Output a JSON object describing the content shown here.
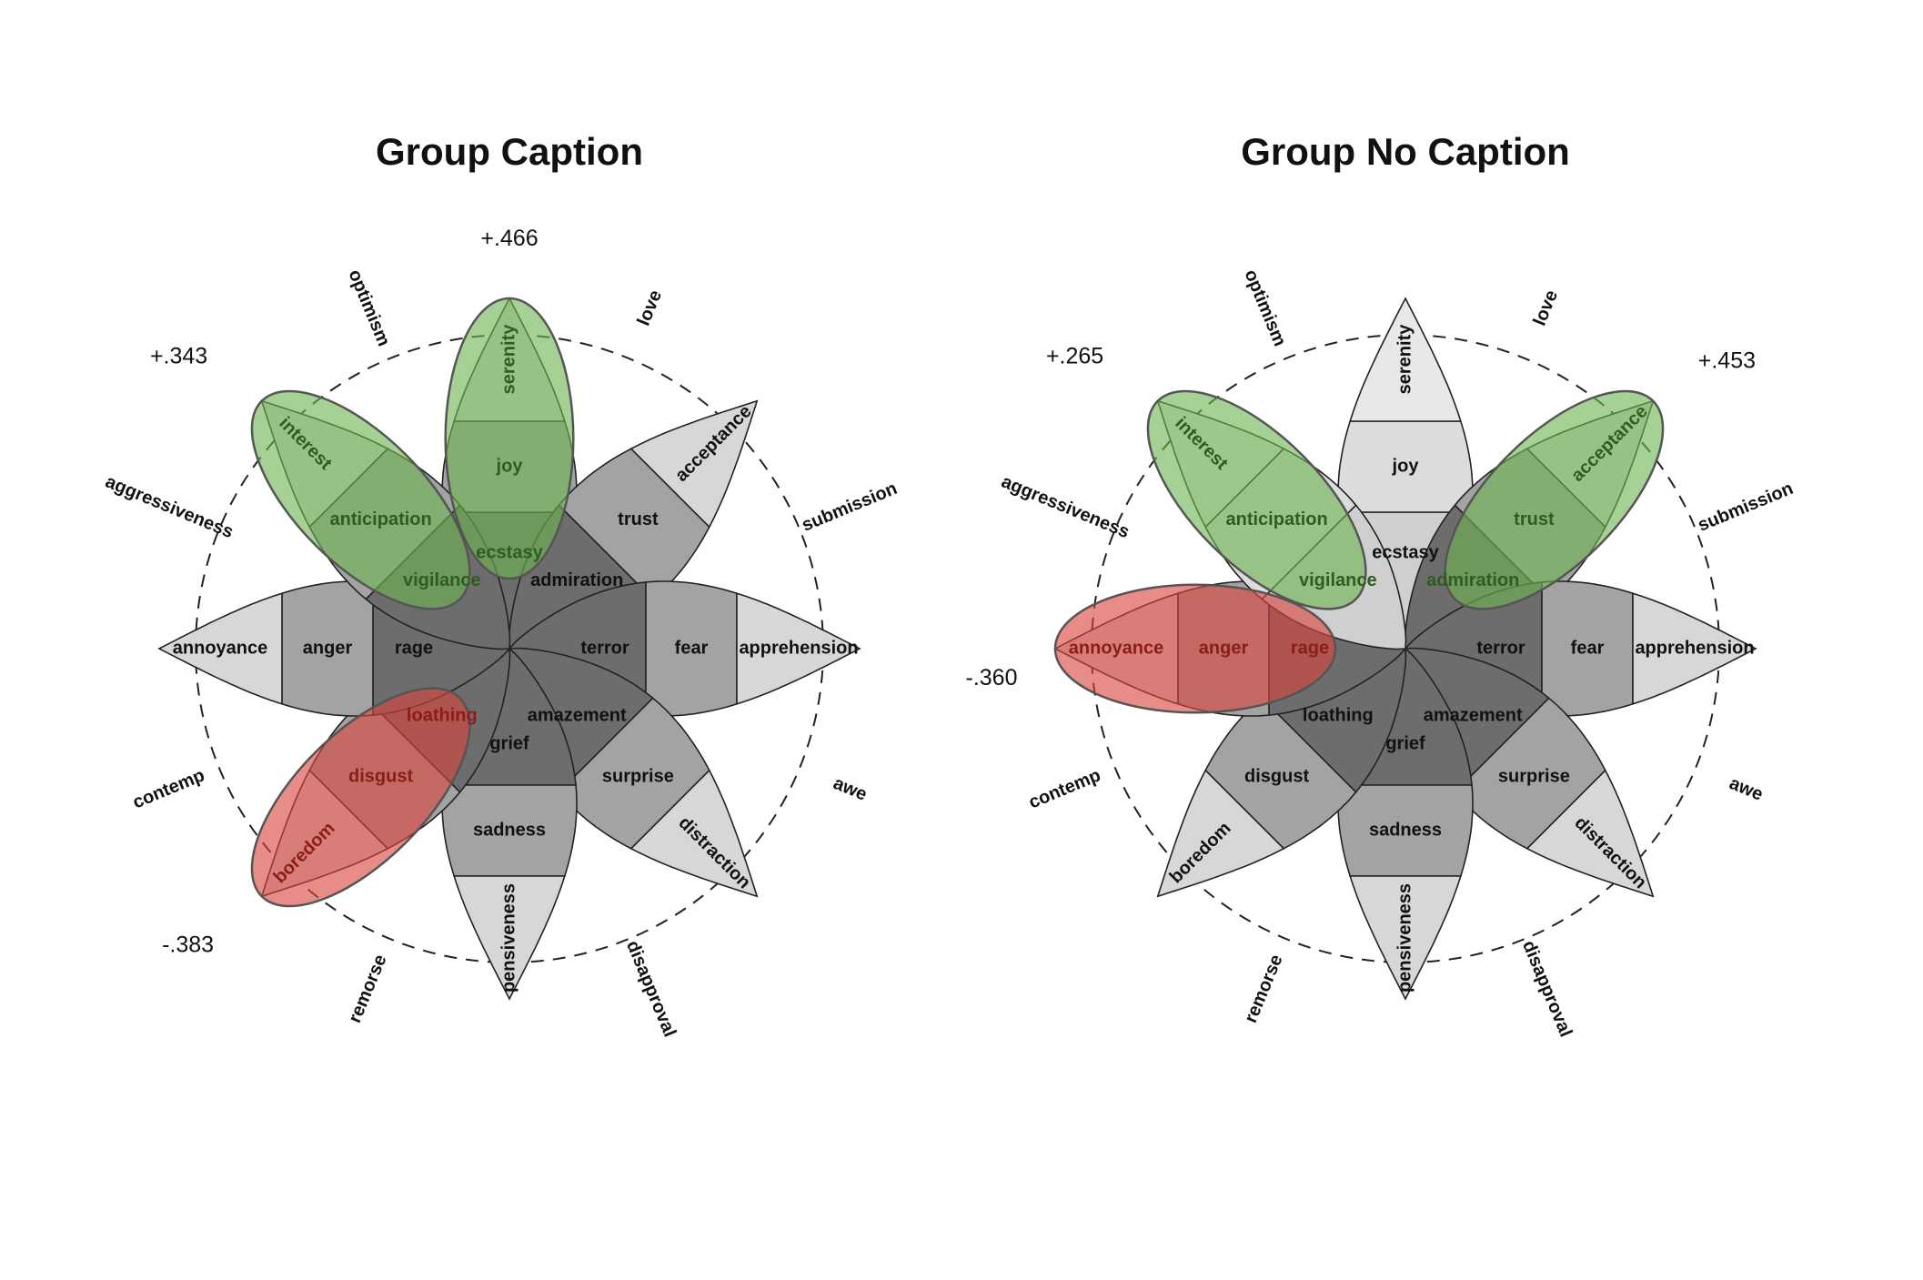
{
  "diagrams": [
    {
      "title": "Group Caption",
      "petals": [
        {
          "inner": "ecstasy",
          "middle": "joy",
          "outer": "serenity"
        },
        {
          "inner": "admiration",
          "middle": "trust",
          "outer": "acceptance"
        },
        {
          "inner": "terror",
          "middle": "fear",
          "outer": "apprehension"
        },
        {
          "inner": "amazement",
          "middle": "surprise",
          "outer": "distraction"
        },
        {
          "inner": "grief",
          "middle": "sadness",
          "outer": "pensiveness"
        },
        {
          "inner": "loathing",
          "middle": "disgust",
          "outer": "boredom"
        },
        {
          "inner": "rage",
          "middle": "anger",
          "outer": "annoyance"
        },
        {
          "inner": "vigilance",
          "middle": "anticipation",
          "outer": "interest"
        }
      ],
      "dyads": [
        "love",
        "submission",
        "awe",
        "disapproval",
        "remorse",
        "contemp",
        "aggressiveness",
        "optimism"
      ],
      "highlights": [
        {
          "petal": 0,
          "color": "#6fb552",
          "value": "+.466"
        },
        {
          "petal": 7,
          "color": "#6fb552",
          "value": "+.343"
        },
        {
          "petal": 5,
          "color": "#d9463e",
          "value": "-.383"
        }
      ]
    },
    {
      "title": "Group No Caption",
      "petals": [
        {
          "inner": "ecstasy",
          "middle": "joy",
          "outer": "serenity"
        },
        {
          "inner": "admiration",
          "middle": "trust",
          "outer": "acceptance"
        },
        {
          "inner": "terror",
          "middle": "fear",
          "outer": "apprehension"
        },
        {
          "inner": "amazement",
          "middle": "surprise",
          "outer": "distraction"
        },
        {
          "inner": "grief",
          "middle": "sadness",
          "outer": "pensiveness"
        },
        {
          "inner": "loathing",
          "middle": "disgust",
          "outer": "boredom"
        },
        {
          "inner": "rage",
          "middle": "anger",
          "outer": "annoyance"
        },
        {
          "inner": "vigilance",
          "middle": "anticipation",
          "outer": "interest"
        }
      ],
      "dyads": [
        "love",
        "submission",
        "awe",
        "disapproval",
        "remorse",
        "contemp",
        "aggressiveness",
        "optimism"
      ],
      "highlights": [
        {
          "petal": 1,
          "color": "#6fb552",
          "value": "+.453"
        },
        {
          "petal": 7,
          "color": "#6fb552",
          "value": "+.265"
        },
        {
          "petal": 6,
          "color": "#d9463e",
          "value": "-.360"
        }
      ]
    }
  ],
  "colors": {
    "ring_inner": "#6d6d6d",
    "ring_middle": "#a3a3a3",
    "ring_outer": "#d7d7d7",
    "ring_inner_light": "#cfcfcf",
    "ring_middle_light": "#dcdcdc",
    "ring_outer_light": "#e8e8e8",
    "outline": "#222222",
    "green": "#6fb552",
    "red": "#d9463e"
  }
}
